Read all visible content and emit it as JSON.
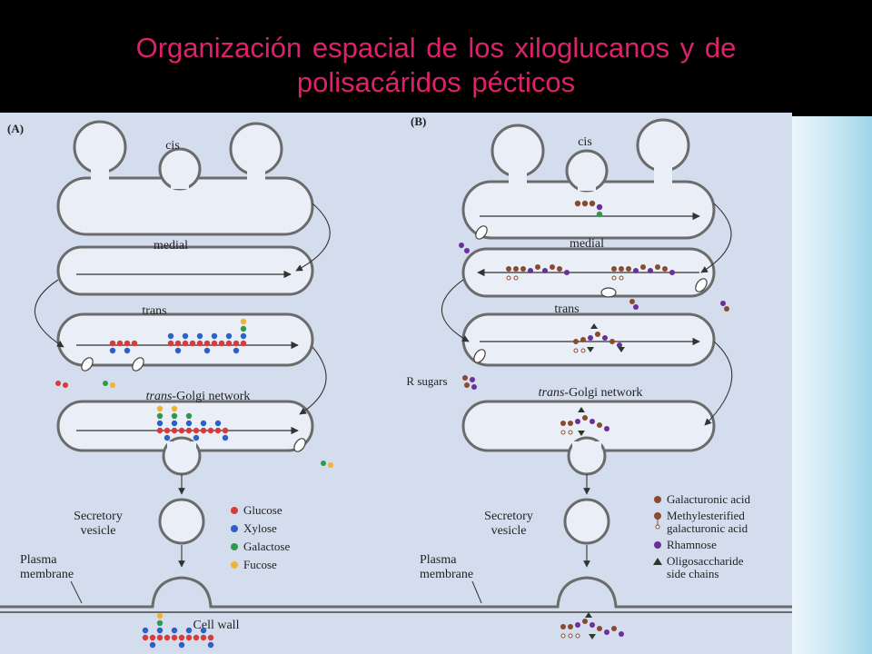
{
  "title": {
    "line1": "Organización espacial de los xiloglucanos y de",
    "line2": "polisacáridos pécticos"
  },
  "panel_a": {
    "tag": "(A)",
    "cis": "cis",
    "medial": "medial",
    "trans": "trans",
    "tgn_prefix": "trans",
    "tgn_suffix": "-Golgi network",
    "secretory_vesicle_line1": "Secretory",
    "secretory_vesicle_line2": "vesicle",
    "plasma_membrane_line1": "Plasma",
    "plasma_membrane_line2": "membrane",
    "cell_wall": "Cell wall",
    "legend": [
      {
        "label": "Glucose",
        "color": "#d83a3a"
      },
      {
        "label": "Xylose",
        "color": "#2f5fc8"
      },
      {
        "label": "Galactose",
        "color": "#2e9a4a"
      },
      {
        "label": "Fucose",
        "color": "#f2b233"
      }
    ]
  },
  "panel_b": {
    "tag": "(B)",
    "cis": "cis",
    "medial": "medial",
    "trans": "trans",
    "tgn_prefix": "trans",
    "tgn_suffix": "-Golgi network",
    "r_sugars": "R sugars",
    "secretory_vesicle_line1": "Secretory",
    "secretory_vesicle_line2": "vesicle",
    "plasma_membrane_line1": "Plasma",
    "plasma_membrane_line2": "membrane",
    "legend": [
      {
        "label": "Galacturonic acid",
        "color": "#8a4a2e"
      },
      {
        "label_line1": "Methylesterified",
        "label_line2": "galacturonic acid",
        "color": "#8a4a2e"
      },
      {
        "label": "Rhamnose",
        "color": "#6a2f9a"
      },
      {
        "label": "Oligosaccharide",
        "label_line2": "side chains",
        "color": "#2a3a2a"
      }
    ]
  },
  "colors": {
    "title": "#e0206a",
    "membrane": "#6b6b6b",
    "cisterna_fill": "#e9eef7",
    "panel_bg": "#d4dded"
  }
}
